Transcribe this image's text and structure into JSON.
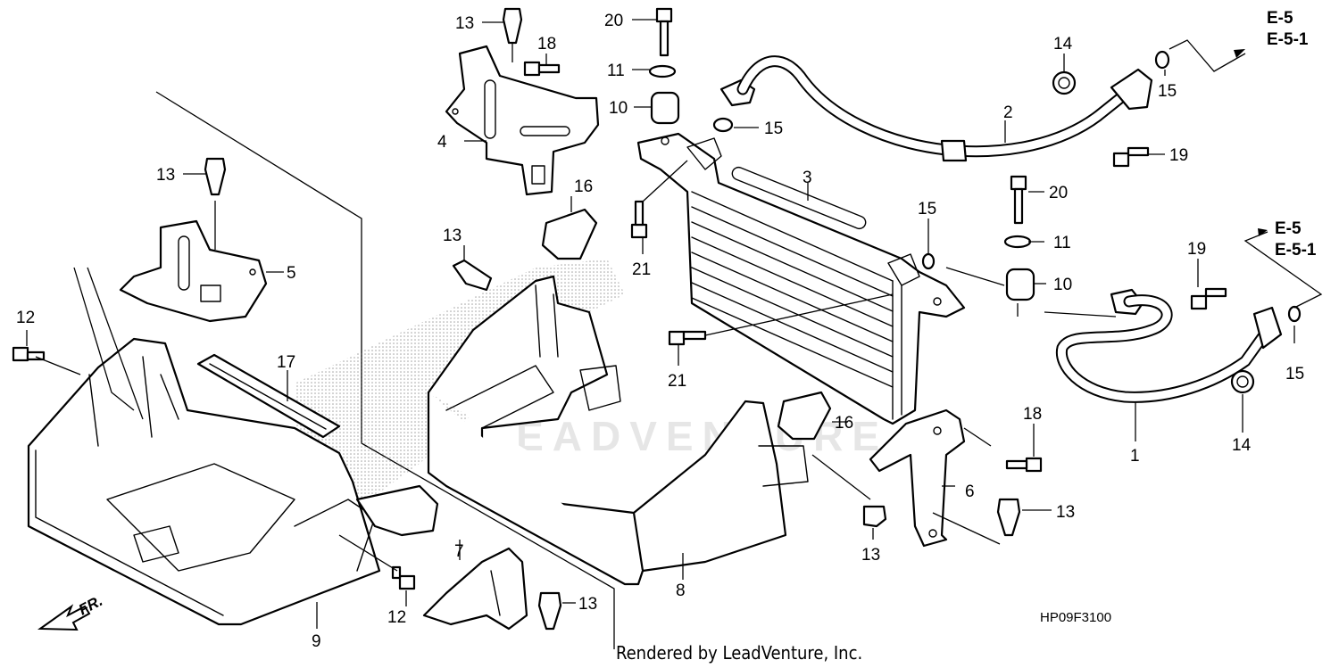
{
  "diagram": {
    "code": "HP09F3100",
    "credit": "Rendered by LeadVenture, Inc.",
    "watermark": "LEADVENTURE",
    "front_marker": "FR.",
    "ref_e5": "E-5",
    "ref_e51": "E-5-1",
    "callouts": {
      "c1": "1",
      "c2": "2",
      "c3": "3",
      "c4": "4",
      "c5": "5",
      "c6": "6",
      "c7": "7",
      "c8": "8",
      "c9": "9",
      "c10a": "10",
      "c10b": "10",
      "c11a": "11",
      "c11b": "11",
      "c12a": "12",
      "c12b": "12",
      "c13a": "13",
      "c13b": "13",
      "c13c": "13",
      "c13d": "13",
      "c13e": "13",
      "c13f": "13",
      "c14a": "14",
      "c14b": "14",
      "c15a": "15",
      "c15b": "15",
      "c15c": "15",
      "c15d": "15",
      "c16a": "16",
      "c16b": "16",
      "c17": "17",
      "c18a": "18",
      "c18b": "18",
      "c19a": "19",
      "c19b": "19",
      "c20a": "20",
      "c20b": "20",
      "c21a": "21",
      "c21b": "21"
    }
  }
}
